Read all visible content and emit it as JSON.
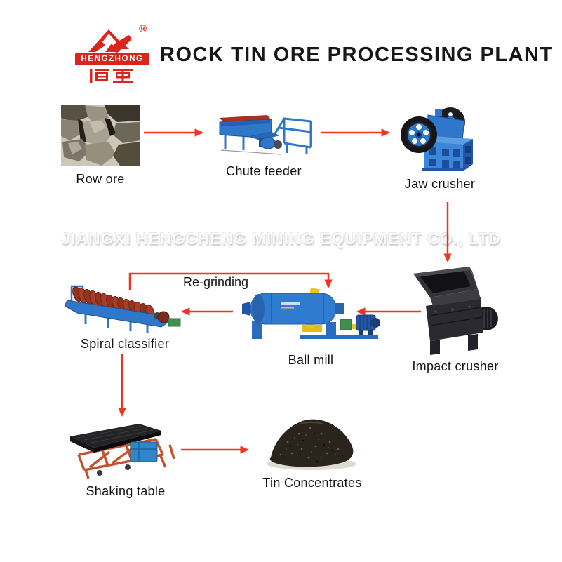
{
  "header": {
    "registered_mark": "®",
    "brand": "HENGZHONG",
    "brand_chinese": "恒重",
    "title": "ROCK TIN ORE PROCESSING PLANT"
  },
  "watermark": "JIANGXI HENGCHENG MINING EQUIPMENT CO., LTD",
  "flow": {
    "regrinding_label": "Re-grinding",
    "stations": [
      {
        "id": "row-ore",
        "label": "Row ore"
      },
      {
        "id": "chute-feeder",
        "label": "Chute feeder"
      },
      {
        "id": "jaw-crusher",
        "label": "Jaw crusher"
      },
      {
        "id": "impact-crusher",
        "label": "Impact crusher"
      },
      {
        "id": "ball-mill",
        "label": "Ball mill"
      },
      {
        "id": "spiral-classifier",
        "label": "Spiral classifier"
      },
      {
        "id": "shaking-table",
        "label": "Shaking table"
      },
      {
        "id": "tin-concentrates",
        "label": "Tin Concentrates"
      }
    ],
    "connections": [
      "row-ore → chute-feeder",
      "chute-feeder → jaw-crusher",
      "jaw-crusher → impact-crusher",
      "impact-crusher → ball-mill",
      "ball-mill → spiral-classifier",
      "spiral-classifier → ball-mill (Re-grinding)",
      "spiral-classifier → shaking-table",
      "shaking-table → tin-concentrates"
    ]
  },
  "colors": {
    "logo_red": "#da251d",
    "arrow_red": "#f23222",
    "machine_blue": "#2f77c9",
    "frame_orange": "#c1532f"
  }
}
